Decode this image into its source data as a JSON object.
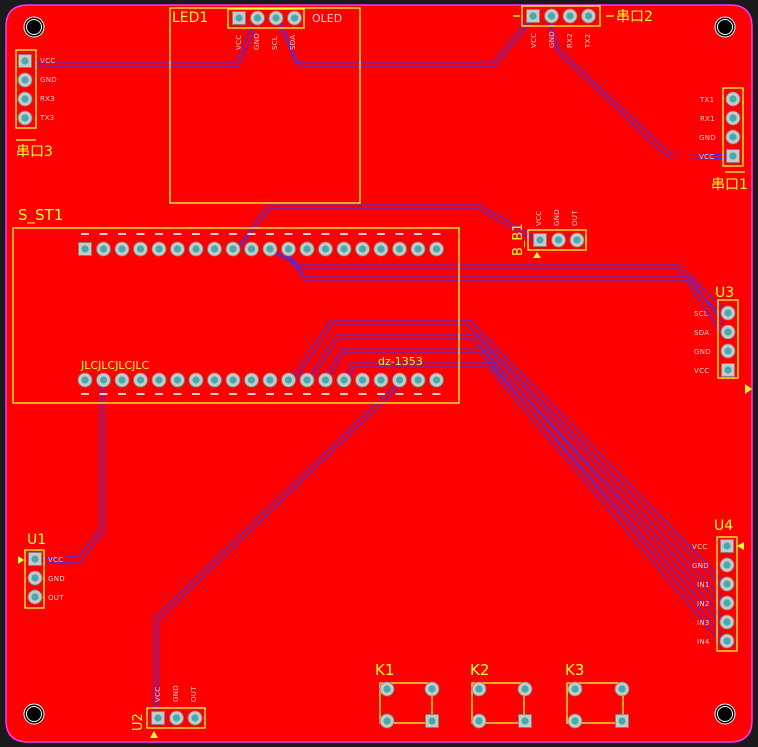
{
  "colors": {
    "board": "#ff0000",
    "board_edge": "#ff33ff",
    "background": "#1a1a1a",
    "silkscreen": "#ffff33",
    "pin_labels": "#ffcfcf",
    "trace_blue": "#3333ff",
    "pad": "#c8c8c8",
    "drill": "#44aaaa"
  },
  "components": {
    "led1": {
      "ref": "LED1",
      "label": "OLED",
      "pins": [
        "VCC",
        "GND",
        "SCL",
        "SDA"
      ]
    },
    "serial2": {
      "ref": "串口2",
      "pins": [
        "VCC",
        "GND",
        "RX2",
        "TX2"
      ]
    },
    "serial3": {
      "ref": "串口3",
      "pins": [
        "VCC",
        "GND",
        "RX3",
        "TX3"
      ]
    },
    "serial1": {
      "ref": "串口1",
      "pins": [
        "TX1",
        "RX1",
        "GND",
        "VCC"
      ]
    },
    "s_st1": {
      "ref": "S_ST1",
      "chip_label": "dz-1353",
      "jlc_text": "JLCJLCJLCJLC"
    },
    "b_b1": {
      "ref": "B_B1",
      "pins": [
        "VCC",
        "GND",
        "OUT"
      ]
    },
    "u3": {
      "ref": "U3",
      "pins": [
        "SCL",
        "SDA",
        "GND",
        "VCC"
      ]
    },
    "u1": {
      "ref": "U1",
      "pins": [
        "VCC",
        "GND",
        "OUT"
      ]
    },
    "u4": {
      "ref": "U4",
      "pins": [
        "VCC",
        "GND",
        "IN1",
        "IN2",
        "IN3",
        "IN4"
      ]
    },
    "u2": {
      "ref": "U2",
      "pins": [
        "VCC",
        "GND",
        "OUT"
      ]
    },
    "k1": {
      "ref": "K1"
    },
    "k2": {
      "ref": "K2"
    },
    "k3": {
      "ref": "K3"
    }
  }
}
